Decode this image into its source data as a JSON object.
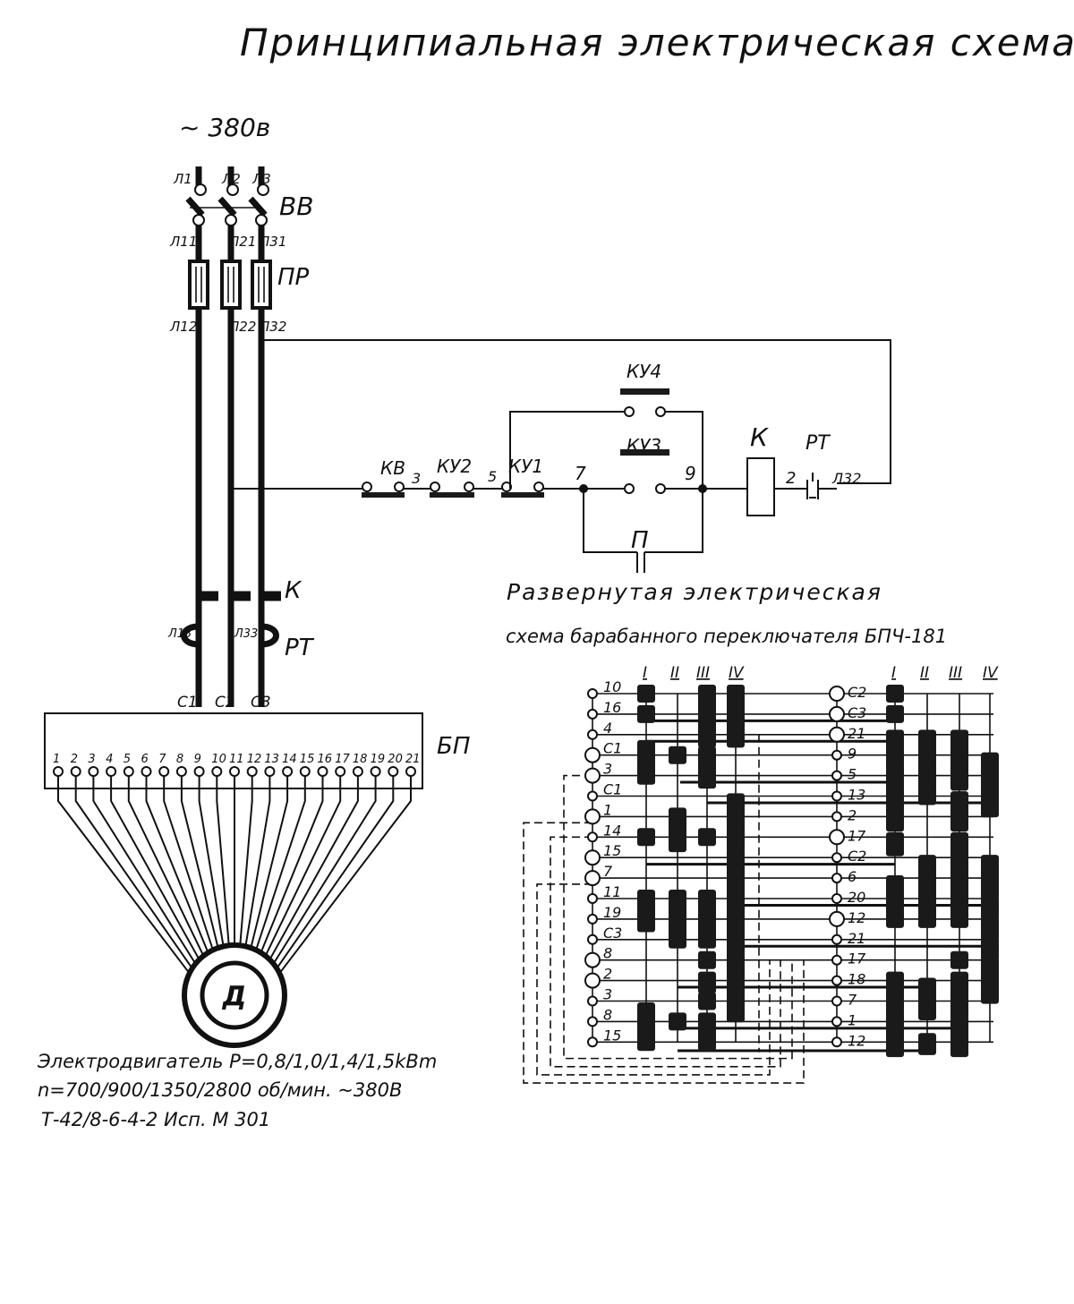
{
  "title": "Принципиальная электрическая схема",
  "supply": "~ 380в",
  "power": {
    "switch_label": "ВВ",
    "fuse_label": "ПР",
    "contactor_label": "К",
    "thermal_label": "РТ",
    "panel_label": "БП",
    "line_in": [
      "Л1",
      "Л2",
      "Л3"
    ],
    "line_after_switch": [
      "Л11",
      "Л21",
      "Л31"
    ],
    "line_after_fuse": [
      "Л12",
      "Л22",
      "Л32"
    ],
    "line_after_contactor": [
      "Л13",
      "Л33"
    ],
    "motor_phases": [
      "С1",
      "С2",
      "С3"
    ],
    "panel_terminals": [
      "1",
      "2",
      "3",
      "4",
      "5",
      "6",
      "7",
      "8",
      "9",
      "10",
      "11",
      "12",
      "13",
      "14",
      "15",
      "16",
      "17",
      "18",
      "19",
      "20",
      "21"
    ],
    "motor_label": "Д"
  },
  "control": {
    "kv": "КВ",
    "ku2": "КУ2",
    "ku1": "КУ1",
    "ku3": "КУ3",
    "ku4": "КУ4",
    "k": "К",
    "rt": "РТ",
    "p": "П",
    "node_3": "3",
    "node_5": "5",
    "node_7": "7",
    "node_9": "9",
    "node_2": "2",
    "l32": "Л32"
  },
  "motor_specs": [
    "Электродвигатель P=0,8/1,0/1,4/1,5kВm",
    "n=700/900/1350/2800 об/мин.  ~380В",
    "Т-42/8-6-4-2     Исп. М 301"
  ],
  "drum": {
    "title_line1": "Развернутая электрическая",
    "title_line2": "схема барабанного переключателя БПЧ-181",
    "columns_left": [
      "I",
      "II",
      "III",
      "IV"
    ],
    "columns_right": [
      "I",
      "II",
      "III",
      "IV"
    ],
    "terminals_left": [
      "10",
      "16",
      "4",
      "С1",
      "3",
      "С1",
      "1",
      "14",
      "15",
      "7",
      "11",
      "19",
      "С3",
      "8",
      "2",
      "3",
      "8",
      "15"
    ],
    "terminals_right": [
      "С2",
      "С3",
      "21",
      "9",
      "5",
      "13",
      "2",
      "17",
      "С2",
      "6",
      "20",
      "12",
      "21",
      "17",
      "18",
      "7",
      "1",
      "12"
    ]
  }
}
